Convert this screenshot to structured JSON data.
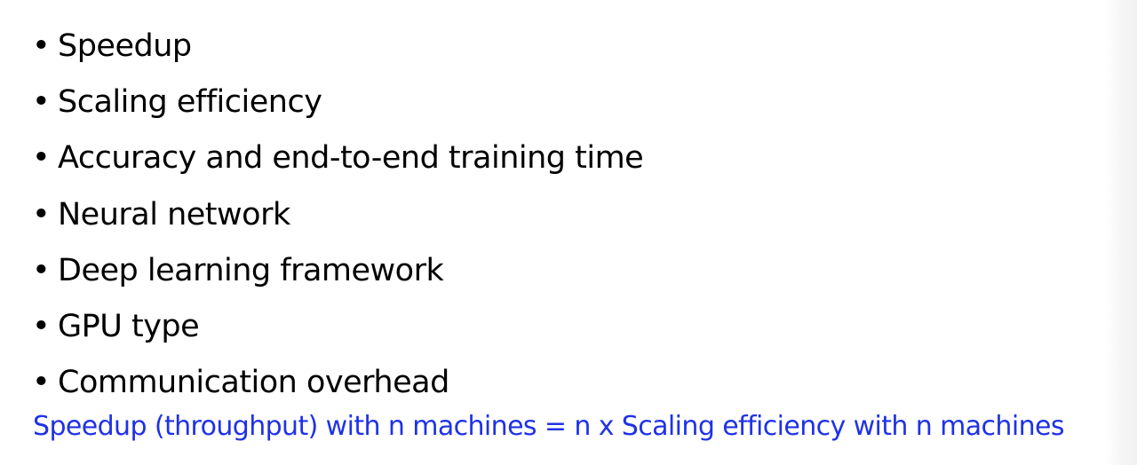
{
  "bullet_symbol": "•",
  "bullets": [
    "Speedup",
    "Scaling efficiency",
    "Accuracy and end-to-end training time",
    "Neural network",
    "Deep learning framework",
    "GPU type",
    "Communication overhead"
  ],
  "formula": "Speedup (throughput) with n machines = n x Scaling efficiency with n machines",
  "colors": {
    "text": "#000000",
    "formula": "#1f32e6"
  }
}
